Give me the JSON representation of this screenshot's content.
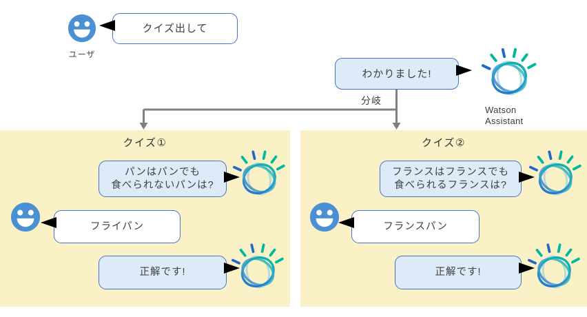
{
  "colors": {
    "bubble-border": "#4472C4",
    "assistant-fill": "#DDEAF8",
    "user-fill": "#FFFFFF",
    "box-bg": "#FBF1C7",
    "avatar-blue": "#4A90D2",
    "connector": "#7F7F7F",
    "text-color": "#3F3F3F",
    "logo-blue": "#2268C8",
    "logo-teal": "#00B89E"
  },
  "top": {
    "user_label": "ユーザ",
    "user_message": "クイズ出して",
    "assistant_message": "わかりました!",
    "assistant_label": [
      "Watson",
      "Assistant"
    ],
    "branch_label": "分岐"
  },
  "quizzes": [
    {
      "title": "クイズ①",
      "question_lines": [
        "パンはパンでも",
        "食べられないパンは?"
      ],
      "user_answer": "フライパン",
      "assistant_reply": "正解です!"
    },
    {
      "title": "クイズ②",
      "question_lines": [
        "フランスはフランスでも",
        "食べられるフランスは?"
      ],
      "user_answer": "フランスパン",
      "assistant_reply": "正解です!"
    }
  ],
  "icons": {
    "user_avatar": "smiley-face-icon",
    "assistant_logo": "watson-assistant-icon"
  }
}
